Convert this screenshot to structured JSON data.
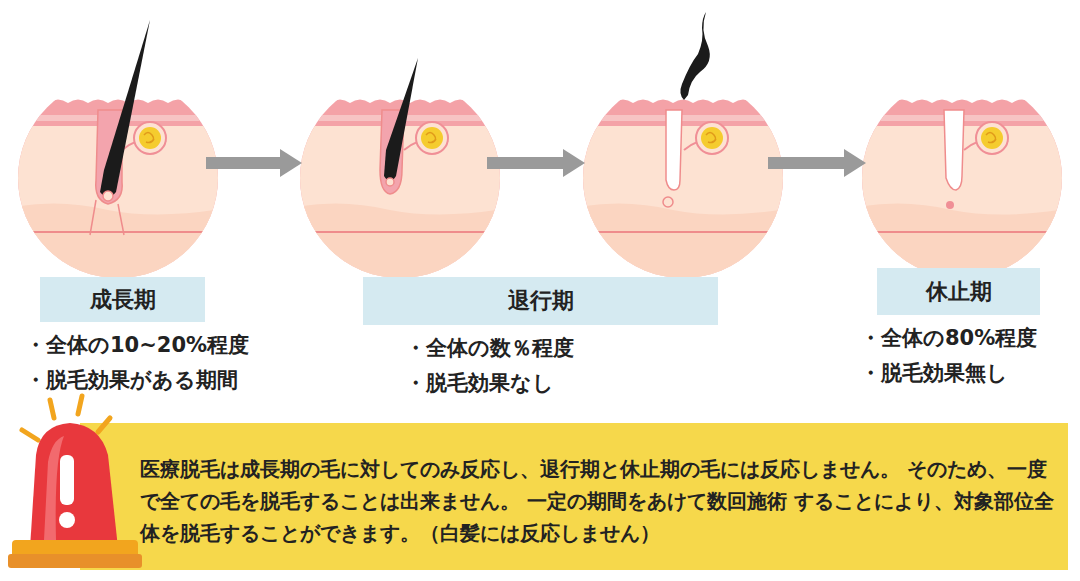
{
  "diagram": {
    "nodes": [
      {
        "text": [
          "成長期",
          "・全体の10~20%程度",
          "・脱毛効果がある期間"
        ]
      },
      {
        "text": [
          "退行期",
          "・全体の数％程度",
          "・脱毛効果なし"
        ]
      },
      {
        "text": [
          "休止期",
          "・全体の80%程度",
          "・脱毛効果無し"
        ]
      },
      {
        "text": [
          "医療脱毛は成長期の毛に対してのみ反応し、退行期と休止期の毛には反応しません。 そのため、一度で全ての毛を脱毛することは出来ません。 一定の期間をあけて数回施術 することにより、対象部位全体を脱毛することができます。（白髪には反応しません）"
        ]
      }
    ]
  }
}
